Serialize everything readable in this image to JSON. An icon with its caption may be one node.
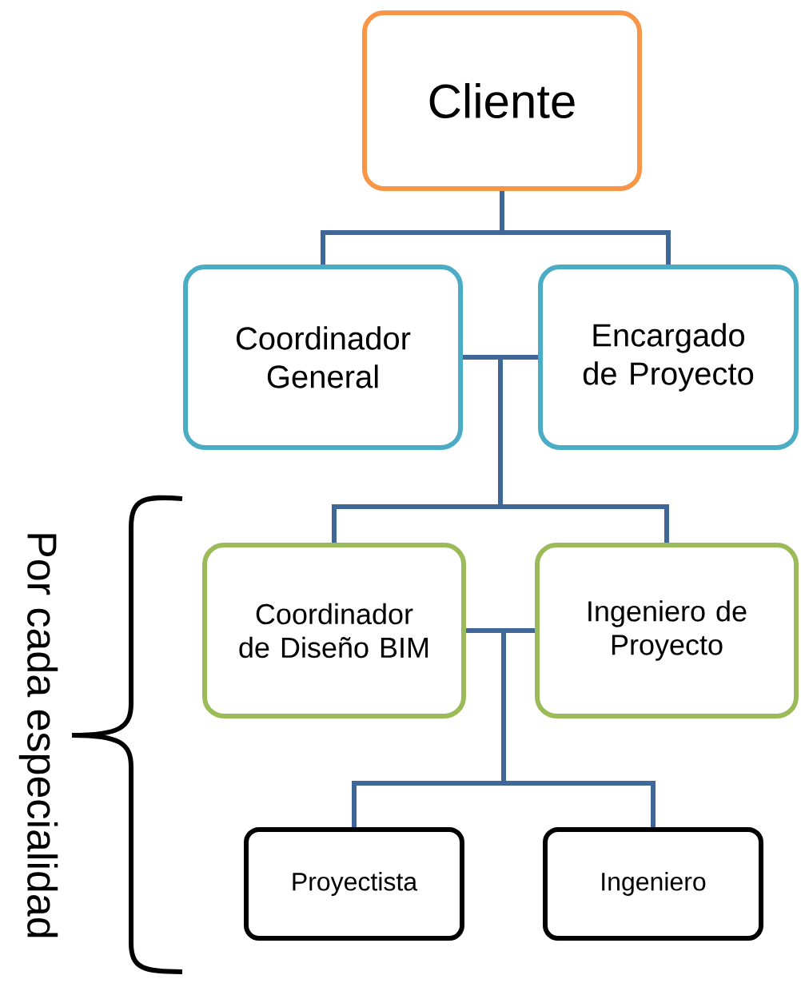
{
  "diagram": {
    "nodes": [
      {
        "text": [
          "Cliente"
        ]
      },
      {
        "text": [
          "Coordinador General"
        ]
      },
      {
        "text": [
          "Encargado de Proyecto"
        ]
      },
      {
        "text": [
          "Coordinador de Diseño BIM"
        ]
      },
      {
        "text": [
          "Ingeniero de Proyecto"
        ]
      },
      {
        "text": [
          "Proyectista"
        ]
      },
      {
        "text": [
          "Ingeniero"
        ]
      }
    ],
    "edges": [
      {
        "from": 0,
        "to": 1,
        "arrow": "none"
      },
      {
        "from": 0,
        "to": 2,
        "arrow": "none"
      },
      {
        "from": 1,
        "to": 3,
        "arrow": "none"
      },
      {
        "from": 1,
        "to": 4,
        "arrow": "none"
      },
      {
        "from": 2,
        "to": 3,
        "arrow": "none"
      },
      {
        "from": 2,
        "to": 4,
        "arrow": "none"
      },
      {
        "from": 3,
        "to": 5,
        "arrow": "none"
      },
      {
        "from": 3,
        "to": 6,
        "arrow": "none"
      },
      {
        "from": 4,
        "to": 5,
        "arrow": "none"
      },
      {
        "from": 4,
        "to": 6,
        "arrow": "none"
      }
    ],
    "labels": [
      "Por cada especialidad"
    ]
  }
}
